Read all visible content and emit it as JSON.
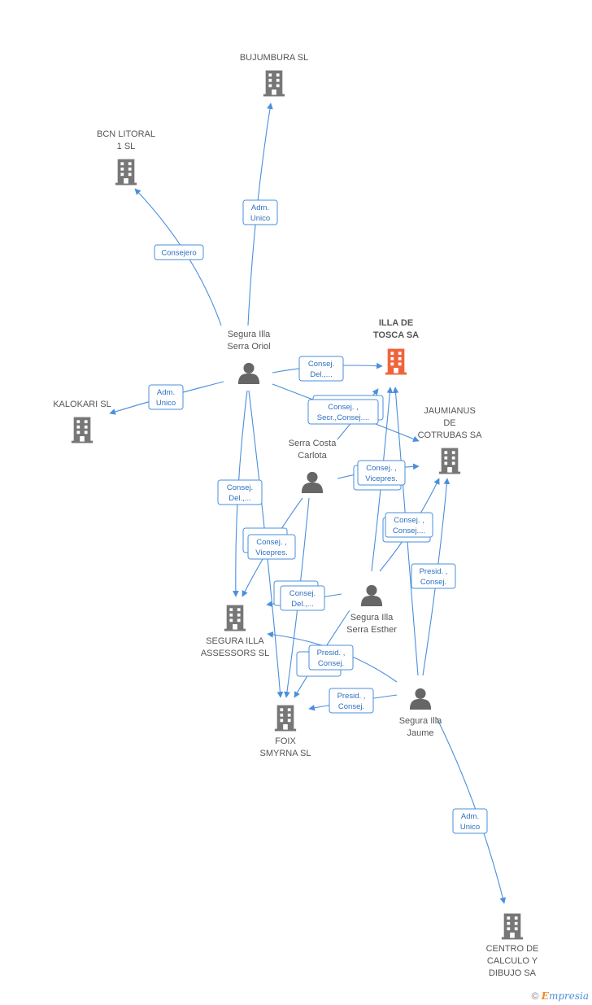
{
  "colors": {
    "edge": "#4a8fdc",
    "building": "#777777",
    "building_main": "#f0643c",
    "person": "#666666"
  },
  "nodes": [
    {
      "id": "illa",
      "kind": "company",
      "main": true,
      "lines": [
        "ILLA DE",
        "TOSCA SA"
      ]
    },
    {
      "id": "bujumbura",
      "kind": "company",
      "lines": [
        "BUJUMBURA SL"
      ]
    },
    {
      "id": "bcn",
      "kind": "company",
      "lines": [
        "BCN LITORAL",
        "1 SL"
      ]
    },
    {
      "id": "kalokari",
      "kind": "company",
      "lines": [
        "KALOKARI SL"
      ]
    },
    {
      "id": "jaumianus",
      "kind": "company",
      "lines": [
        "JAUMIANUS",
        "DE",
        "COTRUBAS SA"
      ]
    },
    {
      "id": "assessors",
      "kind": "company",
      "lines": [
        "SEGURA ILLA",
        "ASSESSORS SL"
      ]
    },
    {
      "id": "foix",
      "kind": "company",
      "lines": [
        "FOIX",
        "SMYRNA SL"
      ]
    },
    {
      "id": "centro",
      "kind": "company",
      "lines": [
        "CENTRO DE",
        "CALCULO Y",
        "DIBUJO SA"
      ]
    },
    {
      "id": "oriol",
      "kind": "person",
      "lines": [
        "Segura Illa",
        "Serra Oriol"
      ]
    },
    {
      "id": "carlota",
      "kind": "person",
      "lines": [
        "Serra Costa",
        "Carlota"
      ]
    },
    {
      "id": "esther",
      "kind": "person",
      "lines": [
        "Segura Illa",
        "Serra Esther"
      ]
    },
    {
      "id": "jaume",
      "kind": "person",
      "lines": [
        "Segura Illa",
        "Jaume"
      ]
    }
  ],
  "edge_labels": [
    {
      "lines": [
        "Adm.",
        "Unico"
      ]
    },
    {
      "lines": [
        "Consejero"
      ]
    },
    {
      "lines": [
        "Adm.",
        "Unico"
      ]
    },
    {
      "lines": [
        "Consej.",
        "Del.,..."
      ]
    },
    {
      "lines": [
        "Consej. ,",
        "Secr.,Consej...."
      ]
    },
    {
      "lines": [
        "Consej.",
        "Del.,..."
      ]
    },
    {
      "lines": [
        "Consej. ,",
        "Vicepres."
      ]
    },
    {
      "lines": [
        "Consej. ,",
        "Vicepres."
      ]
    },
    {
      "lines": [
        "Consej. ,",
        "Consej...."
      ]
    },
    {
      "lines": [
        "Presid. ,",
        "Consej."
      ]
    },
    {
      "lines": [
        "Consej.",
        "Del.,..."
      ]
    },
    {
      "lines": [
        "Presid. ,",
        "Consej."
      ]
    },
    {
      "lines": [
        "Presid. ,",
        "Consej."
      ]
    },
    {
      "lines": [
        "Adm.",
        "Unico"
      ]
    }
  ],
  "footer": {
    "copyright": "©",
    "brand_initial": "E",
    "brand_rest": "mpresia"
  }
}
